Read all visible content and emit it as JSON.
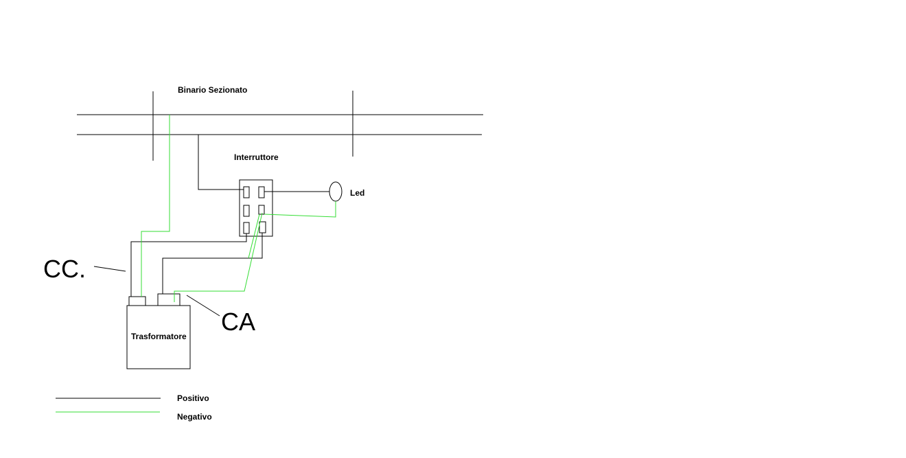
{
  "labels": {
    "track": "Binario Sezionato",
    "switch": "Interruttore",
    "led": "Led",
    "dc": "CC.",
    "ac": "CA",
    "transformer": "Trasformatore"
  },
  "legend": {
    "positive": "Positivo",
    "negative": "Negativo"
  },
  "colors": {
    "positive_wire": "#000000",
    "negative_wire": "#33dd33",
    "background": "#ffffff"
  }
}
